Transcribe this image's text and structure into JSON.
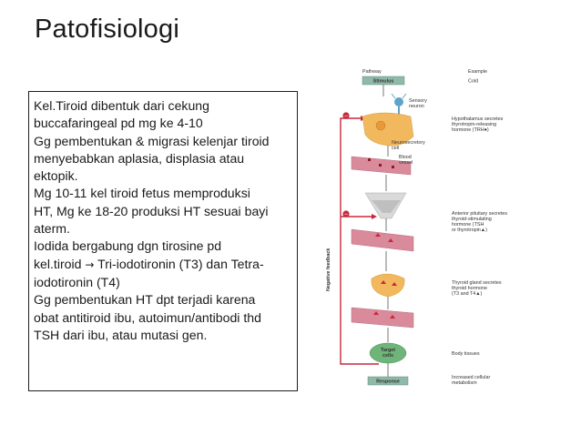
{
  "slide": {
    "title": "Patofisiologi",
    "body_lines": [
      "Kel.Tiroid dibentuk dari cekung",
      "buccafaringeal pd mg ke 4-10",
      "Gg pembentukan & migrasi kelenjar tiroid",
      "menyebabkan aplasia, displasia atau",
      "ektopik.",
      "Mg 10-11 kel tiroid fetus memproduksi",
      "HT, Mg ke 18-20 produksi HT sesuai bayi",
      "aterm.",
      "Iodida bergabung dgn tirosine pd",
      "iodotironin (T4)",
      "Gg pembentukan HT dpt terjadi karena",
      "obat antitiroid ibu, autoimun/antibodi thd",
      "TSH dari ibu, atau mutasi gen."
    ],
    "arrow_line": {
      "before": "kel.tiroid ",
      "arrow": "→",
      "after": " Tri-iodotironin (T3) dan Tetra-"
    }
  },
  "diagram": {
    "header_pathway": "Pathway",
    "header_example": "Example",
    "stimulus": "Stimulus",
    "cold": "Cold",
    "sensory_neuron": [
      "Sensory",
      "neuron"
    ],
    "hypothalamus": [
      "Hypothalamus secretes",
      "thyrotropin-releasing",
      "hormone (TRH●)"
    ],
    "neurosecretory": [
      "Neurosecretory",
      "cell"
    ],
    "blood_vessel": [
      "Blood",
      "vessel"
    ],
    "pituitary": [
      "Anterior pituitary secretes",
      "thyroid-stimulating",
      "hormone (TSH",
      "or thyrotropin▲)"
    ],
    "thyroid": [
      "Thyroid gland secretes",
      "thyroid hormone",
      "(T3 and T4▲)"
    ],
    "target": [
      "Target",
      "cells"
    ],
    "body_tissues": "Body tissues",
    "response": "Response",
    "metabolism": [
      "Increased cellular",
      "metabolism"
    ],
    "negative_feedback": "Negative feedback",
    "minus": "−",
    "colors": {
      "stimulus_box": "#8fb9a8",
      "response_box": "#8fb9a8",
      "vessel": "#d98a9b",
      "feedback_line": "#c8283c",
      "gland": "#f1b85e"
    }
  }
}
